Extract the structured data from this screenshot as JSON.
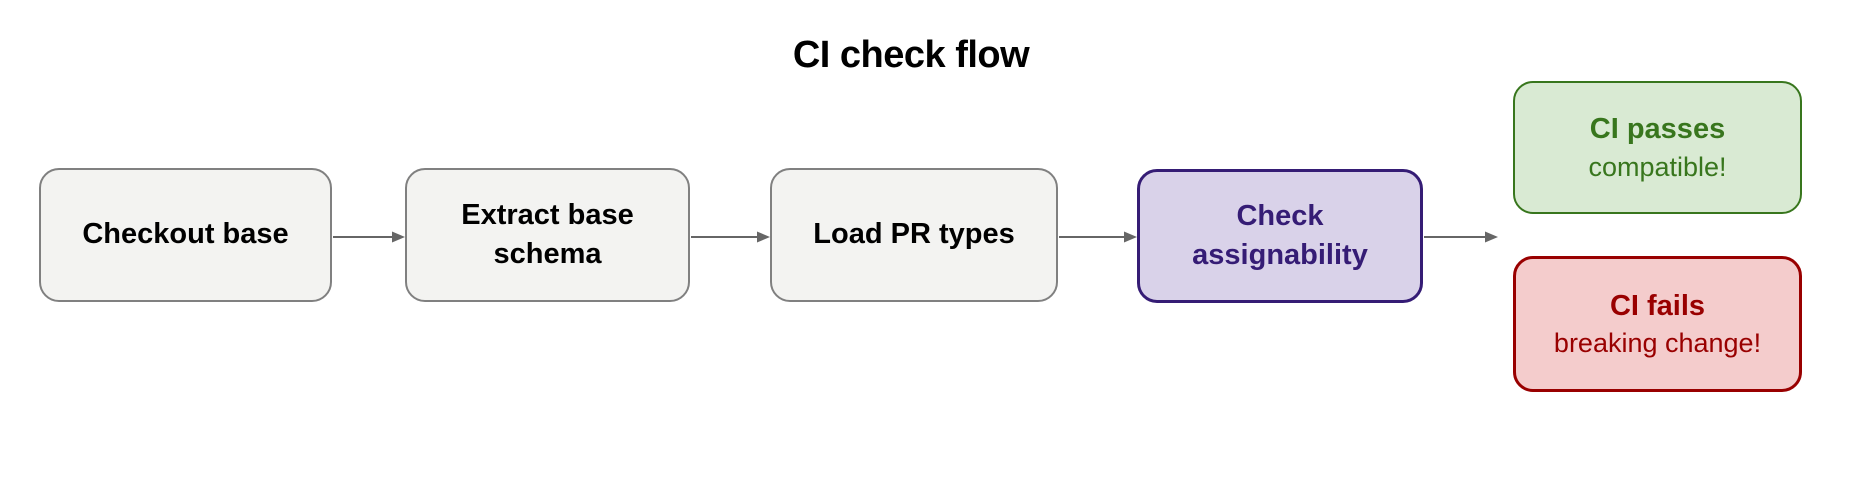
{
  "title": "CI check flow",
  "nodes": {
    "checkout_base": {
      "label": "Checkout base",
      "type": "step"
    },
    "extract_base_schema": {
      "label": "Extract base schema",
      "type": "step"
    },
    "load_pr_types": {
      "label": "Load PR types",
      "type": "step"
    },
    "check_assignability": {
      "label": "Check assignability",
      "type": "highlight"
    },
    "ci_passes": {
      "label": "CI passes",
      "sublabel": "compatible!",
      "type": "success"
    },
    "ci_fails": {
      "label": "CI fails",
      "sublabel": "breaking change!",
      "type": "failure"
    }
  },
  "edges": [
    {
      "from": "checkout_base",
      "to": "extract_base_schema"
    },
    {
      "from": "extract_base_schema",
      "to": "load_pr_types"
    },
    {
      "from": "load_pr_types",
      "to": "check_assignability"
    },
    {
      "from": "check_assignability",
      "to": "outcomes"
    }
  ],
  "styles": {
    "step": {
      "fill": "#f3f3f1",
      "border": "#808080",
      "text": "#000000"
    },
    "highlight": {
      "fill": "#d9d2e9",
      "border": "#351c75",
      "text": "#351c75"
    },
    "success": {
      "fill": "#d9ead3",
      "border": "#38761d",
      "text": "#38761d"
    },
    "failure": {
      "fill": "#f4cccc",
      "border": "#990000",
      "text": "#990000"
    },
    "arrow": {
      "stroke": "#666666"
    },
    "title_color": "#000000",
    "background": "#ffffff"
  }
}
